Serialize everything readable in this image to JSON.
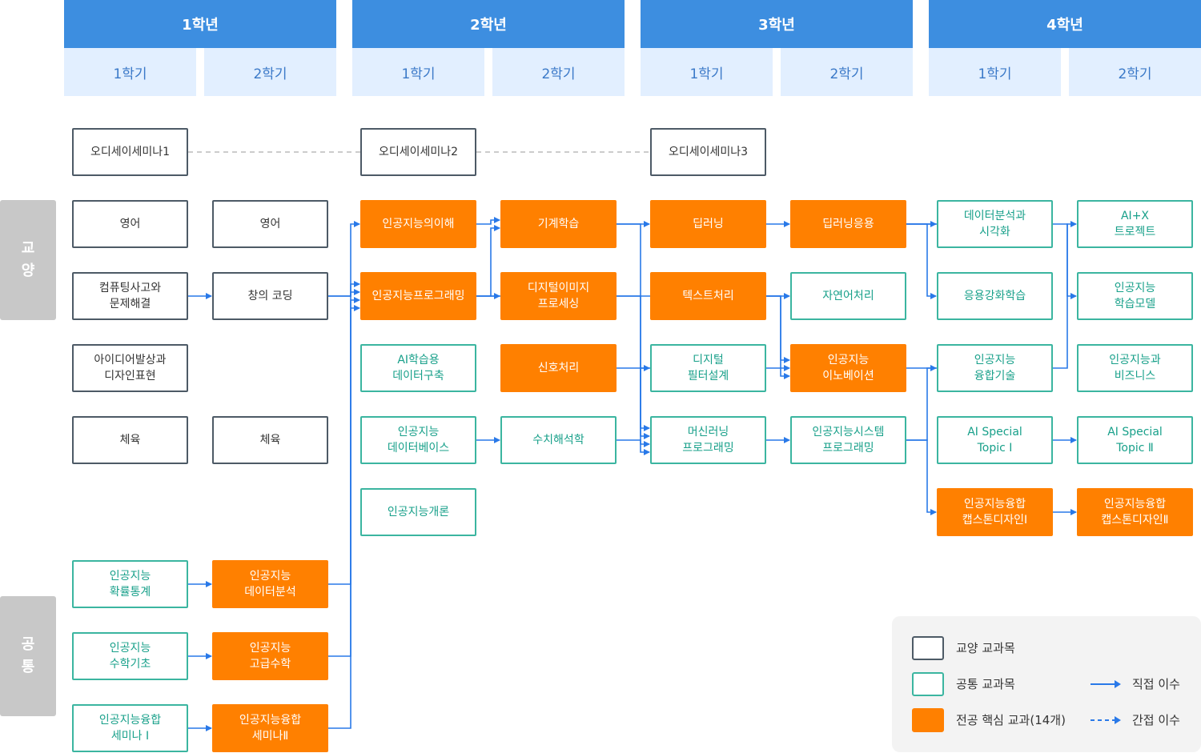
{
  "years": [
    {
      "label": "1학년",
      "semesters": [
        "1학기",
        "2학기"
      ]
    },
    {
      "label": "2학년",
      "semesters": [
        "1학기",
        "2학기"
      ]
    },
    {
      "label": "3학년",
      "semesters": [
        "1학기",
        "2학기"
      ]
    },
    {
      "label": "4학년",
      "semesters": [
        "1학기",
        "2학기"
      ]
    }
  ],
  "side_labels": {
    "general": "교\n양",
    "common": "공\n통"
  },
  "courses": {
    "seminar1": {
      "label": "오디세이세미나1",
      "type": "general"
    },
    "seminar2": {
      "label": "오디세이세미나2",
      "type": "general"
    },
    "seminar3": {
      "label": "오디세이세미나3",
      "type": "general"
    },
    "english1": {
      "label": "영어",
      "type": "general"
    },
    "english2": {
      "label": "영어",
      "type": "general"
    },
    "ct": {
      "label": "컴퓨팅사고와\n문제해결",
      "type": "general"
    },
    "coding": {
      "label": "창의 코딩",
      "type": "general"
    },
    "idea": {
      "label": "아이디어발상과\n디자인표현",
      "type": "general"
    },
    "pe1": {
      "label": "체육",
      "type": "general"
    },
    "pe2": {
      "label": "체육",
      "type": "general"
    },
    "ai_understand": {
      "label": "인공지능의이해",
      "type": "major"
    },
    "ai_prog": {
      "label": "인공지능프로그래밍",
      "type": "major"
    },
    "ai_data_build": {
      "label": "AI학습용\n데이터구축",
      "type": "common"
    },
    "ai_db": {
      "label": "인공지능\n데이터베이스",
      "type": "common"
    },
    "ai_intro": {
      "label": "인공지능개론",
      "type": "common"
    },
    "ml": {
      "label": "기계학습",
      "type": "major"
    },
    "dip": {
      "label": "디지털이미지\n프로세싱",
      "type": "major"
    },
    "signal": {
      "label": "신호처리",
      "type": "major"
    },
    "numerical": {
      "label": "수치해석학",
      "type": "common"
    },
    "dl": {
      "label": "딥러닝",
      "type": "major"
    },
    "text": {
      "label": "텍스트처리",
      "type": "major"
    },
    "filter": {
      "label": "디지털\n필터설계",
      "type": "common"
    },
    "ml_prog": {
      "label": "머신러닝\n프로그래밍",
      "type": "common"
    },
    "dl_app": {
      "label": "딥러닝응용",
      "type": "major"
    },
    "nlp": {
      "label": "자연어처리",
      "type": "common"
    },
    "innov": {
      "label": "인공지능\n이노베이션",
      "type": "major"
    },
    "sys_prog": {
      "label": "인공지능시스템\n프로그래밍",
      "type": "common"
    },
    "viz": {
      "label": "데이터분석과\n시각화",
      "type": "common"
    },
    "rl": {
      "label": "응용강화학습",
      "type": "common"
    },
    "fusion_tech": {
      "label": "인공지능\n융합기술",
      "type": "common"
    },
    "special1": {
      "label": "AI Special\nTopic Ⅰ",
      "type": "common"
    },
    "capstone1": {
      "label": "인공지능융합\n캡스톤디자인Ⅰ",
      "type": "major"
    },
    "aix": {
      "label": "AI+X\n트로젝트",
      "type": "common"
    },
    "learn_model": {
      "label": "인공지능\n학습모델",
      "type": "common"
    },
    "biz": {
      "label": "인공지능과\n비즈니스",
      "type": "common"
    },
    "special2": {
      "label": "AI Special\nTopic Ⅱ",
      "type": "common"
    },
    "capstone2": {
      "label": "인공지능융합\n캡스톤디자인Ⅱ",
      "type": "major"
    },
    "prob": {
      "label": "인공지능\n확률통계",
      "type": "common"
    },
    "data_anal": {
      "label": "인공지능\n데이터분석",
      "type": "major"
    },
    "math_basic": {
      "label": "인공지능\n수학기초",
      "type": "common"
    },
    "math_adv": {
      "label": "인공지능\n고급수학",
      "type": "major"
    },
    "fusion_sem1": {
      "label": "인공지능융합\n세미나 Ⅰ",
      "type": "common"
    },
    "fusion_sem2": {
      "label": "인공지능융합\n세미나Ⅱ",
      "type": "major"
    }
  },
  "edges_direct": [
    [
      "ct",
      "coding"
    ],
    [
      "coding",
      "ai_prog"
    ],
    [
      "coding",
      "ai_understand"
    ],
    [
      "ai_understand",
      "ml"
    ],
    [
      "ai_prog",
      "ml"
    ],
    [
      "ai_prog",
      "dip"
    ],
    [
      "ai_prog",
      "ml_prog"
    ],
    [
      "ml",
      "dl"
    ],
    [
      "ml",
      "ml_prog"
    ],
    [
      "dip",
      "innov"
    ],
    [
      "signal",
      "filter"
    ],
    [
      "ai_db",
      "numerical"
    ],
    [
      "numerical",
      "ml_prog"
    ],
    [
      "dl",
      "dl_app"
    ],
    [
      "text",
      "nlp"
    ],
    [
      "text",
      "innov"
    ],
    [
      "filter",
      "innov"
    ],
    [
      "filter",
      "ml_prog"
    ],
    [
      "ml_prog",
      "sys_prog"
    ],
    [
      "dl_app",
      "viz"
    ],
    [
      "dl_app",
      "rl"
    ],
    [
      "dl_app",
      "learn_model"
    ],
    [
      "innov",
      "aix"
    ],
    [
      "sys_prog",
      "fusion_tech"
    ],
    [
      "sys_prog",
      "capstone1"
    ],
    [
      "special1",
      "special2"
    ],
    [
      "capstone1",
      "capstone2"
    ],
    [
      "prob",
      "data_anal"
    ],
    [
      "math_basic",
      "math_adv"
    ],
    [
      "fusion_sem1",
      "fusion_sem2"
    ],
    [
      "data_anal",
      "ai_prog"
    ],
    [
      "math_adv",
      "ai_prog"
    ],
    [
      "fusion_sem2",
      "ai_prog"
    ]
  ],
  "edges_indirect": [
    [
      "seminar1",
      "seminar2"
    ],
    [
      "seminar2",
      "seminar3"
    ]
  ],
  "legend": {
    "general": "교양 교과목",
    "common": "공통 교과목",
    "major": "전공 핵심 교과(14개)",
    "direct": "직접 이수",
    "indirect": "간접 이수"
  },
  "colors": {
    "year": "#3d8ee0",
    "semester": "#e2efff",
    "general_border": "#4d5a66",
    "common_border": "#3bb5a0",
    "major_fill": "#ff8000",
    "arrow": "#2979e8"
  }
}
